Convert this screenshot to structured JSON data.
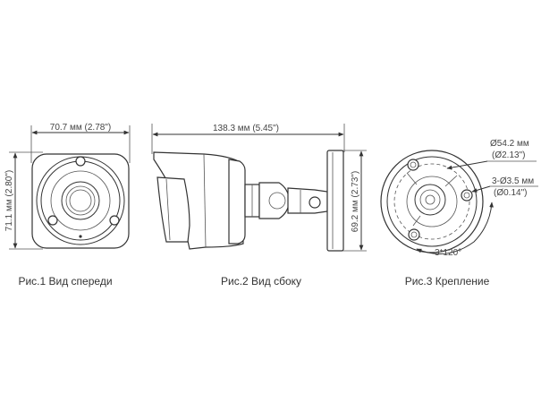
{
  "figure1": {
    "caption": "Рис.1 Вид спереди",
    "width_label": "70.7 мм (2.78\")",
    "height_label": "71.1 мм (2.80\")"
  },
  "figure2": {
    "caption": "Рис.2 Вид сбоку",
    "length_label": "138.3 мм (5.45\")",
    "height_label": "69.2 мм (2.73\")"
  },
  "figure3": {
    "caption": "Рис.3 Крепление",
    "diameter_label": "Ø54.2 мм",
    "diameter_label_in": "(Ø2.13\")",
    "holes_label": "3-Ø3.5 мм",
    "holes_label_in": "(Ø0.14\")",
    "angle_label": "3*120°"
  }
}
